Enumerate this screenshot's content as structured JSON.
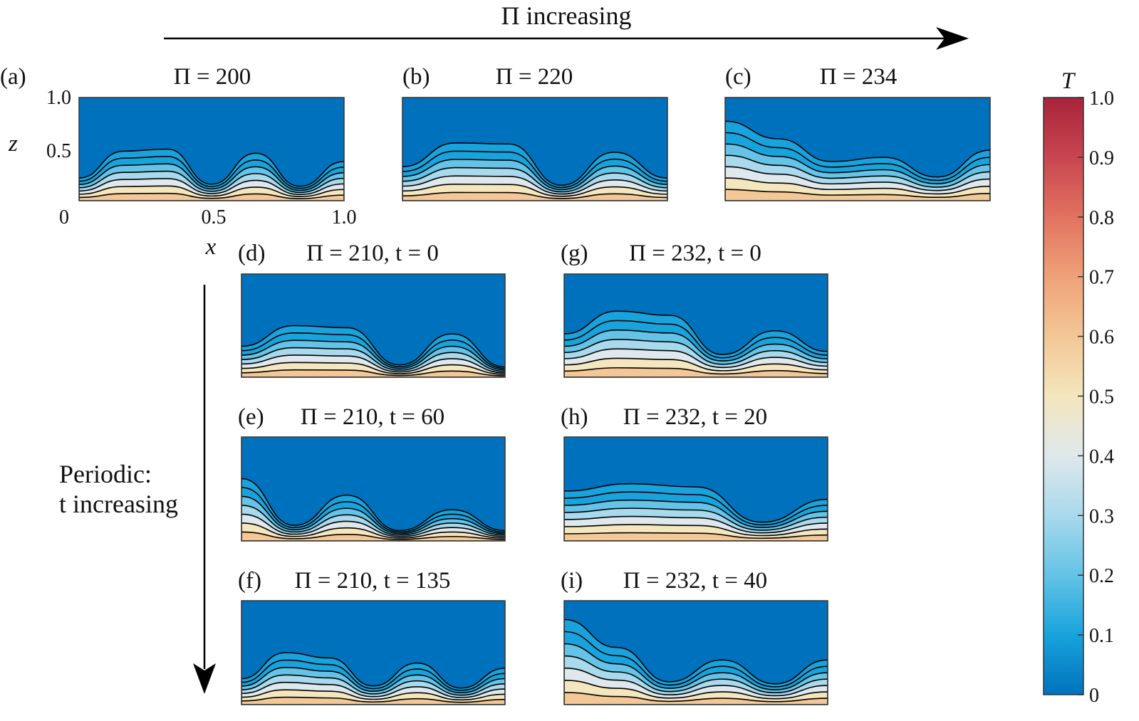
{
  "arrows": {
    "pi_label": "Π increasing",
    "periodic_label_line1": "Periodic:",
    "periodic_label_line2": "t increasing"
  },
  "panels": [
    {
      "id": "a",
      "label": "(a)",
      "title": "Π = 200"
    },
    {
      "id": "b",
      "label": "(b)",
      "title": "Π = 220"
    },
    {
      "id": "c",
      "label": "(c)",
      "title": "Π = 234"
    },
    {
      "id": "d",
      "label": "(d)",
      "title": "Π = 210, t = 0"
    },
    {
      "id": "e",
      "label": "(e)",
      "title": "Π = 210, t = 60"
    },
    {
      "id": "f",
      "label": "(f)",
      "title": "Π = 210, t = 135"
    },
    {
      "id": "g",
      "label": "(g)",
      "title": "Π = 232, t = 0"
    },
    {
      "id": "h",
      "label": "(h)",
      "title": "Π = 232, t = 20"
    },
    {
      "id": "i",
      "label": "(i)",
      "title": "Π = 232, t = 40"
    }
  ],
  "axes": {
    "xlabel": "x",
    "zlabel": "z",
    "x_ticks": [
      "0",
      "0.5",
      "1.0"
    ],
    "z_ticks": [
      "1.0",
      "0.5"
    ]
  },
  "colorbar": {
    "label": "T",
    "ticks": [
      "1.0",
      "0.9",
      "0.8",
      "0.7",
      "0.6",
      "0.5",
      "0.4",
      "0.3",
      "0.2",
      "0.1",
      "0"
    ],
    "colors": [
      "#0072bd",
      "#18a3dc",
      "#64c3e6",
      "#a8d9ec",
      "#dfe8ec",
      "#f4e6bd",
      "#f3c796",
      "#efa178",
      "#e27260",
      "#c84650",
      "#a8233a"
    ]
  },
  "chart_data": {
    "type": "heatmap",
    "description_series": [
      {
        "name": "(a)",
        "pi": 200,
        "t": null,
        "interface_heights": [
          0.22,
          0.48,
          0.5,
          0.16,
          0.46,
          0.14,
          0.38
        ]
      },
      {
        "name": "(b)",
        "pi": 220,
        "t": null,
        "interface_heights": [
          0.33,
          0.56,
          0.55,
          0.15,
          0.47,
          0.22
        ]
      },
      {
        "name": "(c)",
        "pi": 234,
        "t": null,
        "interface_heights": [
          0.77,
          0.6,
          0.38,
          0.42,
          0.23,
          0.49
        ]
      },
      {
        "name": "(d)",
        "pi": 210,
        "t": 0,
        "interface_heights": [
          0.3,
          0.5,
          0.48,
          0.12,
          0.42,
          0.1
        ]
      },
      {
        "name": "(e)",
        "pi": 210,
        "t": 60,
        "interface_heights": [
          0.6,
          0.15,
          0.44,
          0.1,
          0.3,
          0.1
        ]
      },
      {
        "name": "(f)",
        "pi": 210,
        "t": 135,
        "interface_heights": [
          0.25,
          0.5,
          0.45,
          0.18,
          0.4,
          0.16,
          0.35
        ]
      },
      {
        "name": "(g)",
        "pi": 232,
        "t": 0,
        "interface_heights": [
          0.42,
          0.64,
          0.6,
          0.22,
          0.45,
          0.25
        ]
      },
      {
        "name": "(h)",
        "pi": 232,
        "t": 20,
        "interface_heights": [
          0.48,
          0.55,
          0.52,
          0.18,
          0.4
        ]
      },
      {
        "name": "(i)",
        "pi": 232,
        "t": 40,
        "interface_heights": [
          0.82,
          0.55,
          0.22,
          0.43,
          0.2,
          0.43
        ]
      }
    ],
    "xlabel": "x",
    "ylabel": "z",
    "xlim": [
      0,
      1
    ],
    "ylim": [
      0,
      1
    ],
    "colorbar_range": [
      0,
      1
    ]
  }
}
